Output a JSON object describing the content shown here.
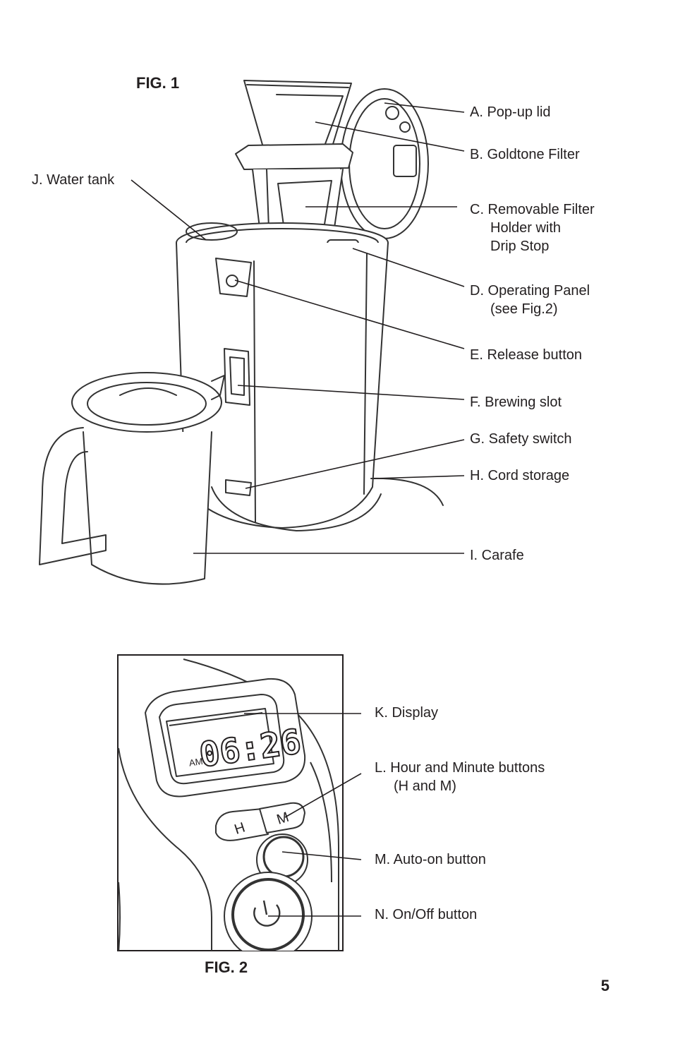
{
  "fig1": {
    "title": "FIG. 1",
    "labels": {
      "a": "A. Pop-up lid",
      "b": "B. Goldtone Filter",
      "c1": "C. Removable Filter",
      "c2": "Holder with",
      "c3": "Drip Stop",
      "d1": "D. Operating Panel",
      "d2": "(see Fig.2)",
      "e": "E.  Release button",
      "f": "F.   Brewing slot",
      "g": "G. Safety switch",
      "h": "H. Cord storage",
      "i": "I.   Carafe",
      "j": "J.  Water tank"
    }
  },
  "fig2": {
    "title": "FIG. 2",
    "display_time": "06:26",
    "display_period": "AM",
    "button_h": "H",
    "button_m": "M",
    "labels": {
      "k": "K. Display",
      "l1": "L.  Hour and Minute buttons",
      "l2": "(H and M)",
      "m": "M. Auto-on button",
      "n": "N. On/Off button"
    }
  },
  "page_number": "5"
}
